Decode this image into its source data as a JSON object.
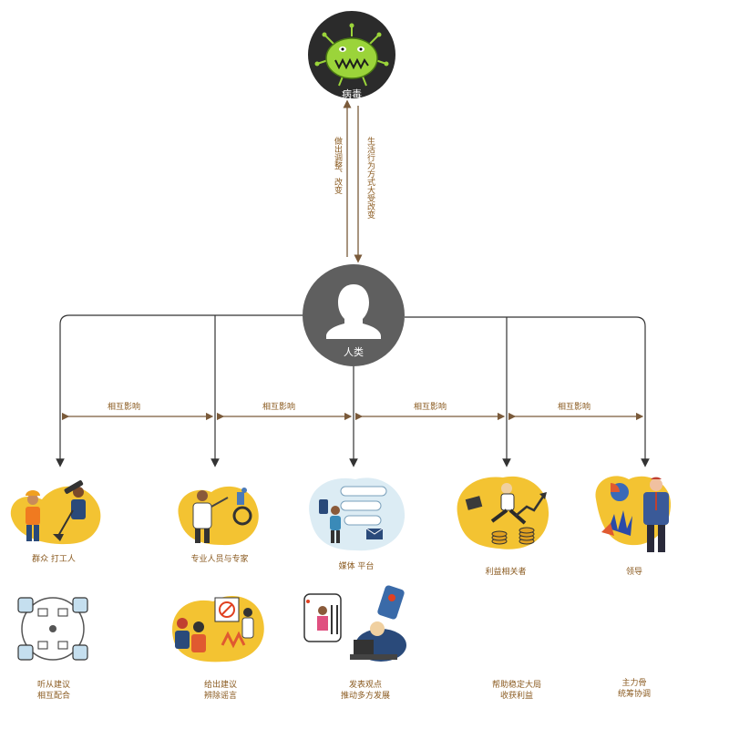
{
  "colors": {
    "line": "#333333",
    "arrow_brown": "#7a5a3a",
    "text_brown": "#8a5a1f",
    "virus_circle": "#2b2b2b",
    "human_circle": "#5f5f5f",
    "blob_yellow": "#f3c332",
    "blob_blue": "#dcecf4",
    "virus_green": "#9bd43a"
  },
  "top_node": {
    "label": "病毒",
    "icon": "virus-icon"
  },
  "center_node": {
    "label": "人类",
    "icon": "person-silhouette-icon"
  },
  "vertical_labels": {
    "left": "做出调整、改变",
    "right": "生活行为方式大受改变"
  },
  "mutual_influence": [
    "相互影响",
    "相互影响",
    "相互影响",
    "相互影响"
  ],
  "groups": [
    {
      "name": "群众  打工人",
      "role": "听从建议\n相互配合",
      "icon": "workers-illustration",
      "role_icon": "meeting-table-illustration"
    },
    {
      "name": "专业人员与专家",
      "role": "给出建议\n辨除谣言",
      "icon": "scientist-illustration",
      "role_icon": "presentation-illustration"
    },
    {
      "name": "媒体  平台",
      "role": "发表观点\n推动多方发展",
      "icon": "media-platform-illustration",
      "role_icon": "video-blogger-illustration"
    },
    {
      "name": "利益相关者",
      "role": "帮助稳定大局\n收获利益",
      "icon": "businessman-running-illustration",
      "role_icon": ""
    },
    {
      "name": "领导",
      "role": "主力骨\n统筹协调",
      "icon": "leader-illustration",
      "role_icon": ""
    }
  ]
}
